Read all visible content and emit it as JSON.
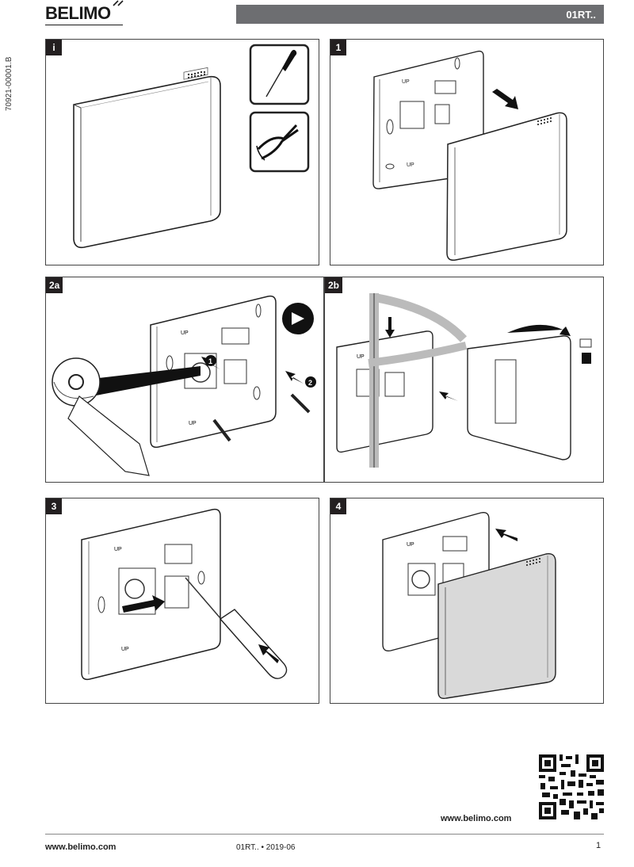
{
  "header": {
    "logo": "BELIMO",
    "product_code": "01RT.."
  },
  "side_code": "70921-00001.B",
  "panels": {
    "i": {
      "label": "i"
    },
    "p1": {
      "label": "1"
    },
    "p2a": {
      "label": "2a",
      "callout_1": "1",
      "callout_2": "2"
    },
    "p2b": {
      "label": "2b"
    },
    "p3": {
      "label": "3"
    },
    "p4": {
      "label": "4"
    }
  },
  "footer": {
    "qr_caption": "www.belimo.com",
    "url": "www.belimo.com",
    "doc": "01RT.. • 2019-06",
    "page": "1"
  },
  "colors": {
    "header_bar": "#6d6e71",
    "label_bg": "#231f20"
  }
}
